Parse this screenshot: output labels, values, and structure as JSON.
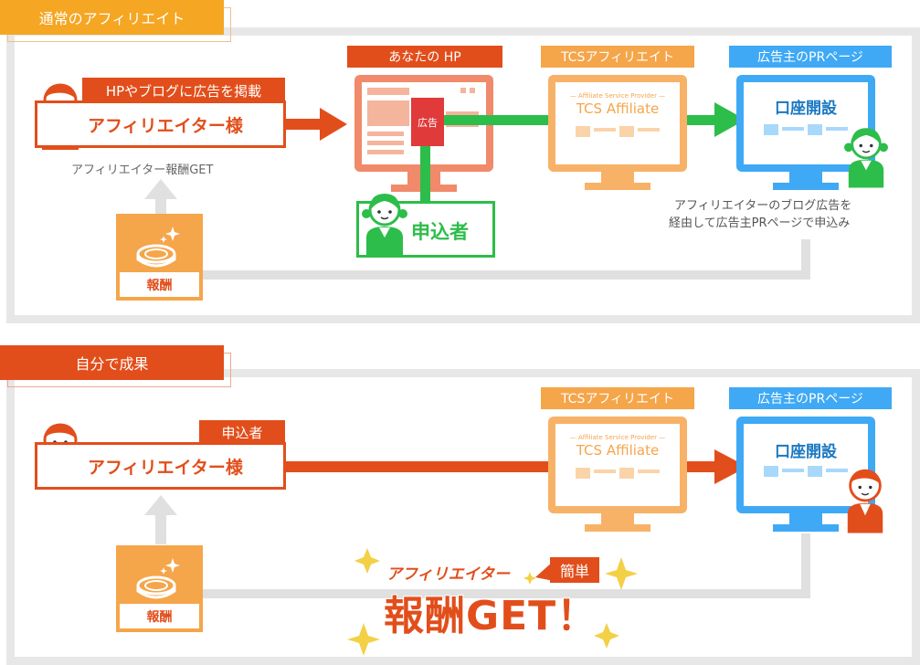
{
  "section1": {
    "tag": "通常のアフィリエイト",
    "affiliate_badge": "HPやブログに広告を掲載",
    "affiliate_name": "アフィリエイター様",
    "reward_caption": "アフィリエイター報酬GET",
    "reward_label": "報酬",
    "hp_label": "あなたの HP",
    "ad_label": "広告",
    "tcs_label": "TCSアフィリエイト",
    "tcs_sub": "— Affiliate Service Provider —",
    "tcs_logo": "TCS Affiliate",
    "pr_label": "広告主のPRページ",
    "account_open": "口座開設",
    "applicant": "申込者",
    "note_line1": "アフィリエイターのブログ広告を",
    "note_line2": "経由して広告主PRページで申込み"
  },
  "section2": {
    "tag": "自分で成果",
    "affiliate_badge": "申込者",
    "affiliate_name": "アフィリエイター様",
    "reward_label": "報酬",
    "tcs_label": "TCSアフィリエイト",
    "tcs_sub": "— Affiliate Service Provider —",
    "tcs_logo": "TCS Affiliate",
    "pr_label": "広告主のPRページ",
    "account_open": "口座開設",
    "get_prefix": "アフィリエイター",
    "easy_badge": "簡単",
    "get_text": "報酬GET！"
  },
  "colors": {
    "red": "#e24e1b",
    "orange": "#f5a623",
    "blue": "#3fa9f5",
    "green": "#2dbd4a",
    "gray": "#e7e7e7"
  }
}
